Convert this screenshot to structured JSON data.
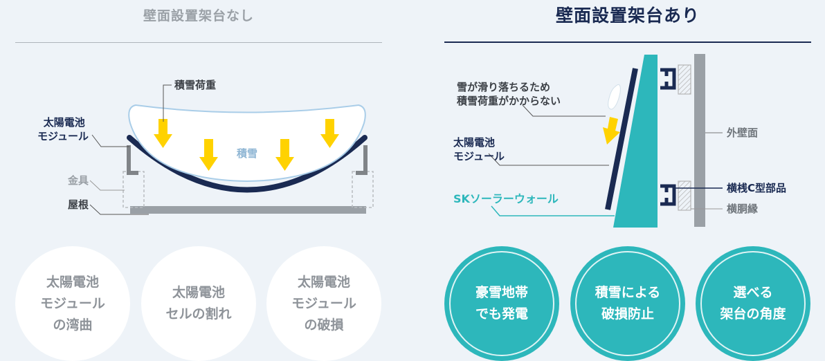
{
  "left_panel": {
    "title": "壁面設置架台なし",
    "labels": {
      "snow_load": "積雪荷重",
      "snow": "積雪",
      "module": "太陽電池\nモジュール",
      "bracket": "金具",
      "roof": "屋根"
    },
    "problems": [
      "太陽電池\nモジュール\nの湾曲",
      "太陽電池\nセルの割れ",
      "太陽電池\nモジュール\nの破損"
    ]
  },
  "right_panel": {
    "title": "壁面設置架台あり",
    "labels": {
      "snow_slides": "雪が滑り落ちるため\n積雪荷重がかからない",
      "module": "太陽電池\nモジュール",
      "sk_wall": "SKソーラーウォール",
      "exterior_wall": "外壁面",
      "c_rail": "横桟C型部品",
      "furring": "横胴縁"
    },
    "benefits": [
      "豪雪地帯\nでも発電",
      "積雪による\n破損防止",
      "選べる\n架台の角度"
    ]
  },
  "colors": {
    "navy": "#1a2a52",
    "teal": "#2db7bb",
    "yellow": "#ffd200",
    "grey": "#9aa0a6",
    "background": "#eef3f8"
  }
}
